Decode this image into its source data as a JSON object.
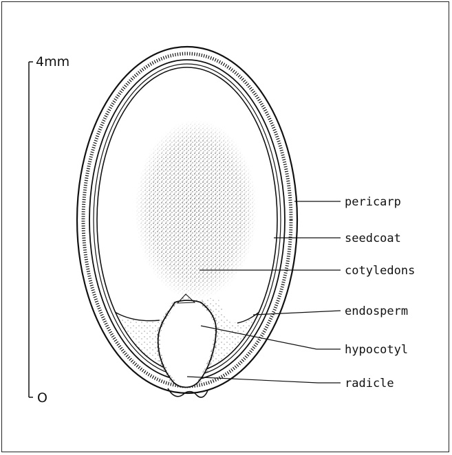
{
  "scale_bar": {
    "top_label": "4mm",
    "bottom_label": "O"
  },
  "labels": {
    "pericarp": "pericarp",
    "seedcoat": "seedcoat",
    "cotyledons": "cotyledons",
    "endosperm": "endosperm",
    "hypocotyl": "hypocotyl",
    "radicle": "radicle"
  }
}
